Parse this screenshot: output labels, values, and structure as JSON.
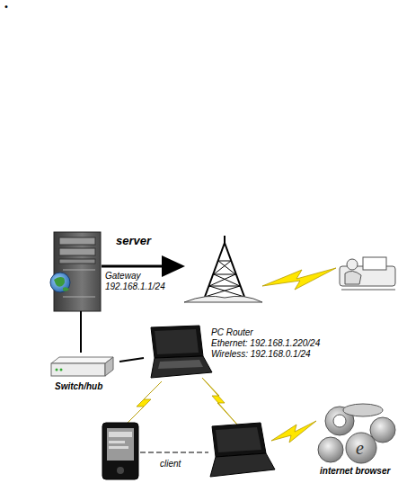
{
  "diagram": {
    "nodes": [
      {
        "text": [
          "server",
          "Gateway 192.168.1.1/24"
        ]
      },
      {
        "text": [
          "Switch/hub"
        ]
      },
      {
        "text": [
          "PC Router",
          "Ethernet: 192.168.1.220/24",
          "Wireless: 192.168.0.1/24"
        ]
      },
      {
        "text": [
          "internet browser"
        ]
      }
    ],
    "edges": [
      {
        "from": 0,
        "to": 1,
        "arrow": "none"
      },
      {
        "from": 1,
        "to": 2,
        "arrow": "none"
      }
    ],
    "labels": [
      "•",
      "client"
    ]
  }
}
